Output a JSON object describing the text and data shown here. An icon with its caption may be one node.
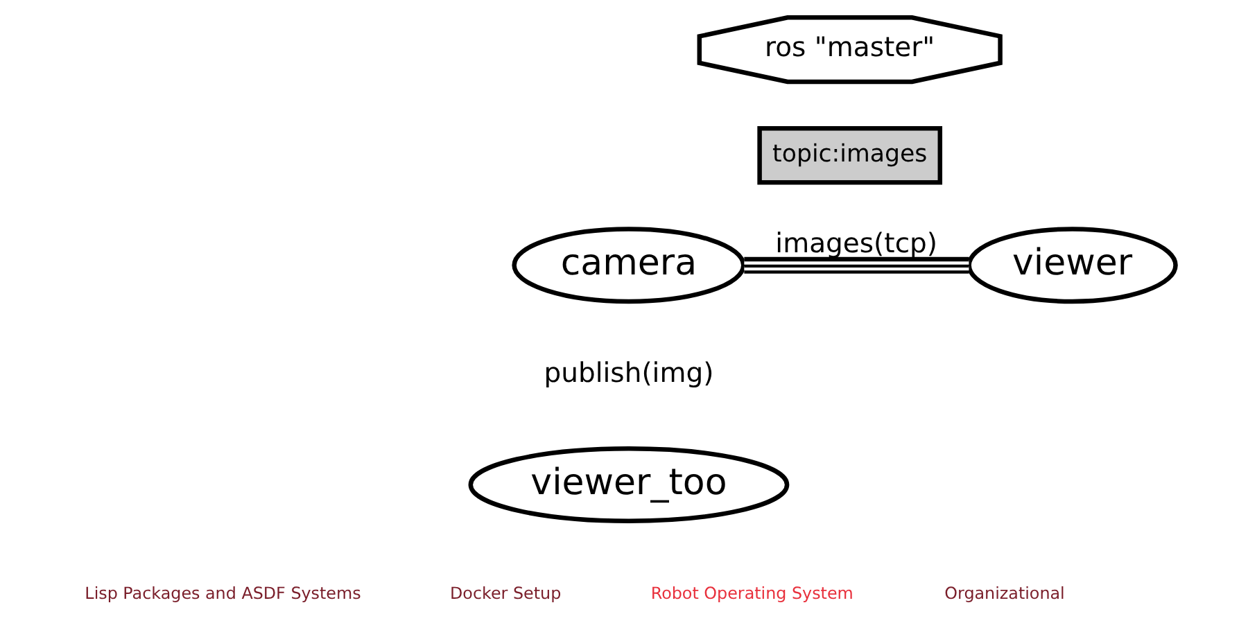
{
  "diagram": {
    "nodes": [
      {
        "text": [
          "ros \"master\""
        ]
      },
      {
        "text": [
          "topic:images"
        ]
      },
      {
        "text": [
          "camera"
        ]
      },
      {
        "text": [
          "viewer"
        ]
      },
      {
        "text": [
          "viewer_too"
        ]
      }
    ],
    "edges": [
      {
        "from": 2,
        "to": 3,
        "label": "images(tcp)",
        "arrow": "none"
      }
    ],
    "labels": [
      "publish(img)",
      "Lisp Packages and ASDF Systems",
      "Docker Setup",
      "Robot Operating System",
      "Organizational"
    ]
  }
}
